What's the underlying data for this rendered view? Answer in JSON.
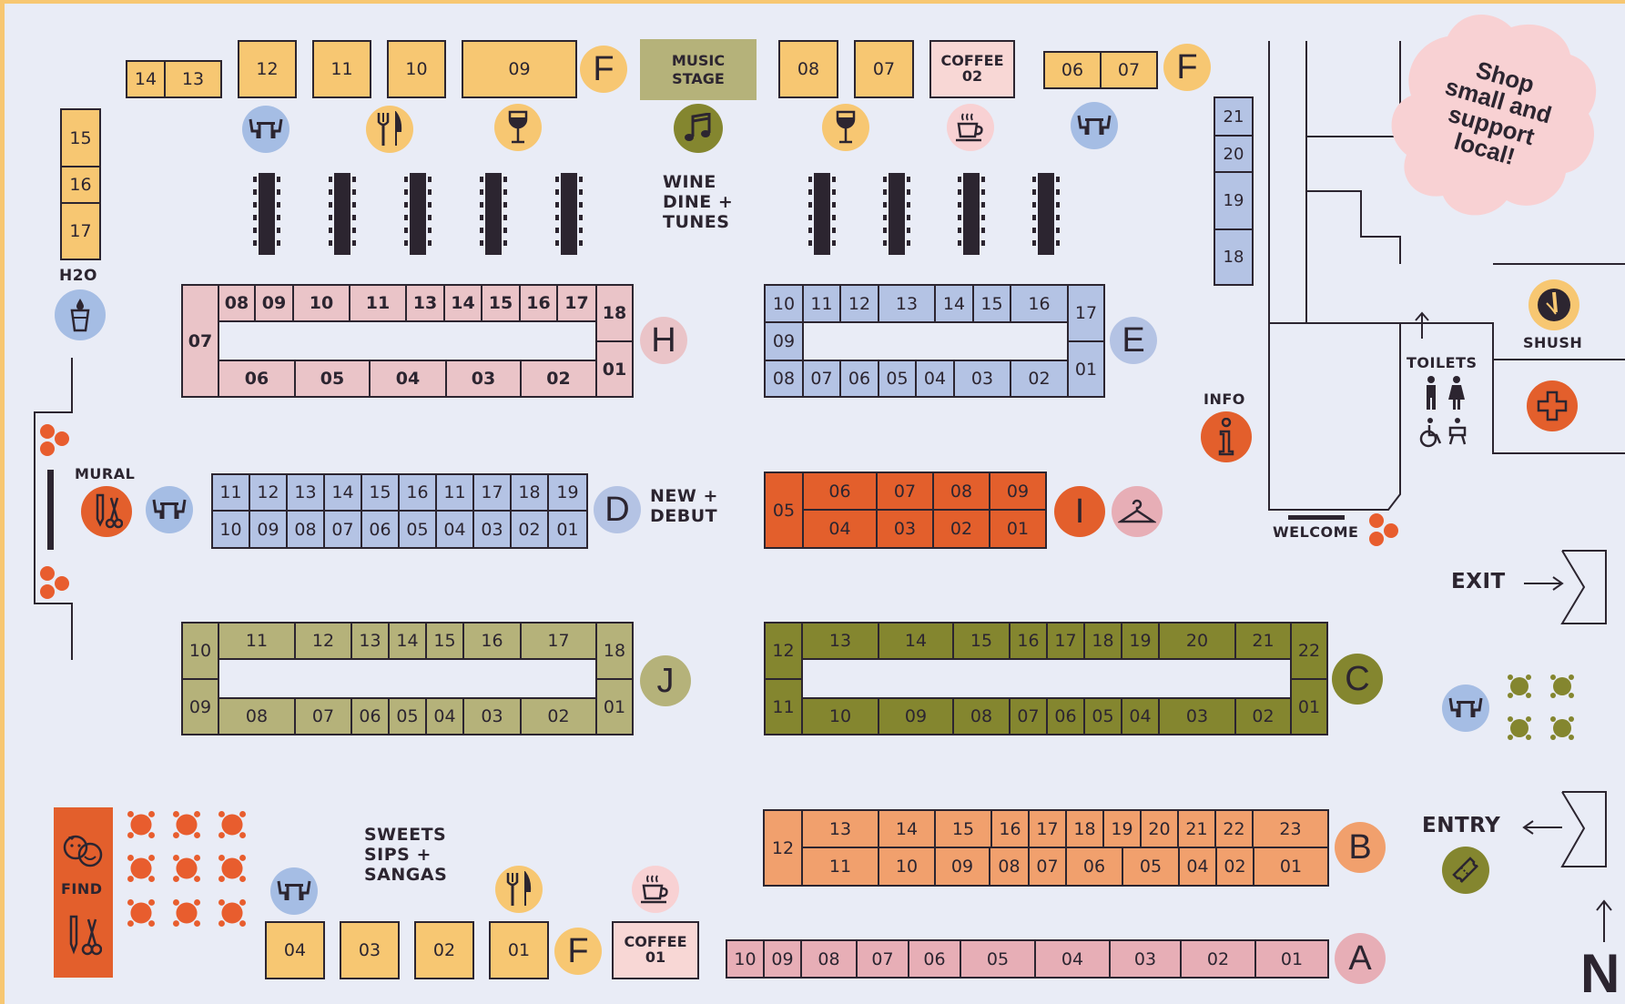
{
  "zones": {
    "f_label": "F",
    "music_stage": [
      "MUSIC",
      "STAGE"
    ],
    "coffee_02": [
      "COFFEE",
      "02"
    ],
    "coffee_01": [
      "COFFEE",
      "01"
    ],
    "wine_dine": [
      "WINE",
      "DINE +",
      "TUNES"
    ],
    "new_debut": [
      "NEW +",
      "DEBUT"
    ],
    "sweets": [
      "SWEETS",
      "SIPS +",
      "SANGAS"
    ],
    "h2o": "H2O",
    "mural": "MURAL",
    "find": "FIND",
    "info": "INFO",
    "toilets": "TOILETS",
    "shush": "SHUSH",
    "welcome": "WELCOME",
    "exit": "EXIT",
    "entry": "ENTRY",
    "north": "N",
    "shop_local": [
      "Shop",
      "small and",
      "support",
      "local!"
    ]
  },
  "rows": {
    "H": {
      "label": "H",
      "top": [
        "08",
        "09",
        "10",
        "11",
        "13",
        "14",
        "15",
        "16",
        "17"
      ],
      "left": "07",
      "right_top": "18",
      "right_bottom": "01",
      "bottom": [
        "06",
        "05",
        "04",
        "03",
        "02"
      ]
    },
    "E": {
      "label": "E",
      "top": [
        "10",
        "11",
        "12",
        "13",
        "14",
        "15",
        "16"
      ],
      "left_bottom": "08",
      "left_mid": "09",
      "right_top": "17",
      "right_bottom": "01",
      "bottom": [
        "07",
        "06",
        "05",
        "04",
        "03",
        "02"
      ]
    },
    "D": {
      "label": "D",
      "top": [
        "11",
        "12",
        "13",
        "14",
        "15",
        "16",
        "11",
        "17",
        "18",
        "19"
      ],
      "bottom": [
        "10",
        "09",
        "08",
        "07",
        "06",
        "05",
        "04",
        "03",
        "02",
        "01"
      ]
    },
    "I": {
      "label": "I",
      "left": "05",
      "top": [
        "06",
        "07",
        "08",
        "09"
      ],
      "bottom": [
        "04",
        "03",
        "02",
        "01"
      ]
    },
    "J": {
      "label": "J",
      "left_top": "10",
      "left_bottom": "09",
      "top": [
        "11",
        "12",
        "13",
        "14",
        "15",
        "16",
        "17"
      ],
      "right_top": "18",
      "right_bottom": "01",
      "bottom": [
        "08",
        "07",
        "06",
        "05",
        "04",
        "03",
        "02"
      ]
    },
    "C": {
      "label": "C",
      "left_top": "12",
      "left_bottom": "11",
      "top": [
        "13",
        "14",
        "15",
        "16",
        "17",
        "18",
        "19",
        "20",
        "21"
      ],
      "right_top": "22",
      "right_bottom": "01",
      "bottom": [
        "10",
        "09",
        "08",
        "07",
        "06",
        "05",
        "04",
        "03",
        "02"
      ]
    },
    "B": {
      "label": "B",
      "left": "12",
      "top": [
        "13",
        "14",
        "15",
        "16",
        "17",
        "18",
        "19",
        "20",
        "21",
        "22",
        "23"
      ],
      "bottom": [
        "11",
        "10",
        "09",
        "08",
        "07",
        "06",
        "05",
        "04",
        "02",
        "01"
      ]
    },
    "A": {
      "label": "A",
      "cells": [
        "10",
        "09",
        "08",
        "07",
        "06",
        "05",
        "04",
        "03",
        "02",
        "01"
      ]
    }
  },
  "food": {
    "top_left": [
      "14",
      "13"
    ],
    "top": [
      "12",
      "11",
      "10",
      "09"
    ],
    "top_mid": [
      "08",
      "07"
    ],
    "top_right": [
      "06",
      "07"
    ],
    "left_column": [
      "15",
      "16",
      "17"
    ],
    "right_column": [
      "21",
      "20",
      "19",
      "18"
    ],
    "bottom": [
      "04",
      "03",
      "02",
      "01"
    ]
  },
  "colors": {
    "food": "#f7c772",
    "row_h": "#eac4c8",
    "row_e_d": "#b4c3e4",
    "row_i": "#e35f2c",
    "row_j": "#b5b27a",
    "row_c": "#84862f",
    "row_b": "#f1a06d",
    "row_a": "#e7aeb6"
  }
}
